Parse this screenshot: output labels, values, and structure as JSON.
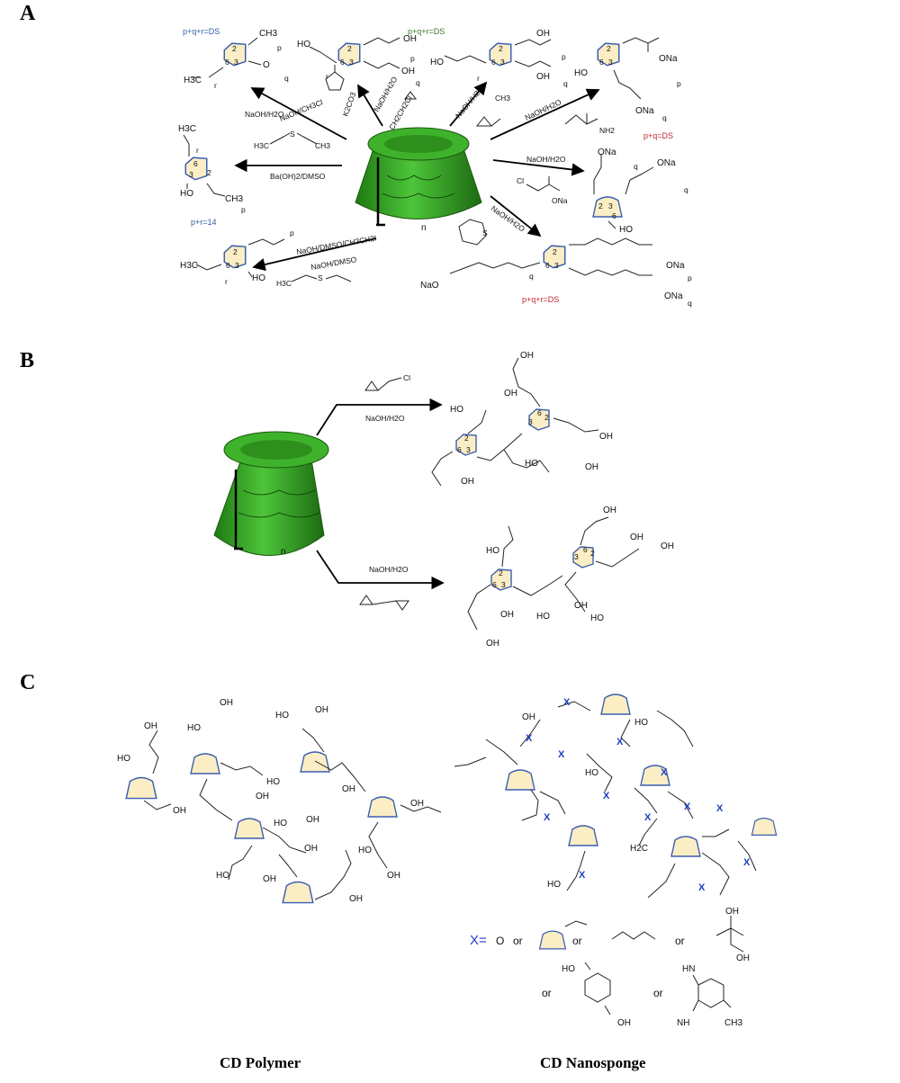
{
  "panels": {
    "a": "A",
    "b": "B",
    "c": "C"
  },
  "captions": {
    "polymer": "CD Polymer",
    "nanosponge": "CD Nanosponge"
  },
  "cone_label": "n",
  "panel_a": {
    "products": {
      "methyl": {
        "ch3": "CH3",
        "h3c": "H3C",
        "sub_p": "p",
        "sub_q": "q",
        "sub_r": "r",
        "ds": "p+q+r=DS"
      },
      "hydroxyethyl": {
        "ho": "HO",
        "oh": "OH",
        "sub_p": "p",
        "sub_q": "q",
        "sub_r": "r",
        "ds": "p+q+r=DS"
      },
      "hydroxypropyl": {
        "ho": "HO",
        "oh": "OH",
        "sub_p": "p",
        "sub_q": "q",
        "sub_r": "r"
      },
      "carboxymethyl": {
        "ho": "HO",
        "ona": "ONa",
        "sub_p": "p",
        "sub_q": "q",
        "ds": "p+q=DS"
      },
      "carboxyethyl": {
        "ona": "ONa",
        "ho": "HO",
        "sub_q": "q"
      },
      "sulfobutyl": {
        "na_o": "NaO",
        "ona": "ONa",
        "sub_p": "p",
        "sub_q": "q",
        "ds": "p+q+r=DS"
      },
      "dimethyl": {
        "h3c": "H3C",
        "ch3": "CH3",
        "ho": "HO",
        "sub_p": "p",
        "sub_r": "r",
        "ds": "p+r=14"
      },
      "ethyl": {
        "h3c": "H3C",
        "ho": "HO",
        "sub_p": "p",
        "sub_r": "r"
      }
    },
    "conditions": {
      "methyl": "NaOH/CH3Cl",
      "hydroxyethyl_k2co3": "K2CO3",
      "hydroxyethyl_naoh": "NaOH/H2O",
      "hydroxyethyl_ch2": "CH2CH2Cl",
      "hydroxypropyl": "NaOH/H2O",
      "carboxymethyl": "NaOH/H2O",
      "carboxyethyl": "NaOH/H2O",
      "sulfobutyl": "NaOH/H2O",
      "dimethyl_top": "NaOH/H2O",
      "dimethyl_bottom": "Ba(OH)2/DMSO",
      "ethyl_top": "NaOH/DMSO/CH3CH2I",
      "ethyl_bottom": "NaOH/DMSO"
    },
    "reagents": {
      "acrylamide_nh2": "NH2",
      "chloroacetate_cl": "Cl",
      "chloroacetate_ona": "ONa",
      "dimethyl_sulfate_h3c": "H3C",
      "dimethyl_sulfate_ch3": "CH3",
      "diethyl_sulfate_h3c": "H3C",
      "methyl_ch3": "CH3"
    }
  },
  "panel_b": {
    "condition_top": "NaOH/H2O",
    "condition_bottom": "NaOH/H2O",
    "epichlorohydrin_cl": "Cl",
    "oh": "OH",
    "ho": "HO"
  },
  "panel_c": {
    "oh": "OH",
    "ho": "HO",
    "h2c": "H2C",
    "x": "X",
    "legend": {
      "x_eq": "X=",
      "o": "O",
      "or": "or",
      "hn": "HN",
      "nh": "NH",
      "ch3": "CH3"
    }
  }
}
